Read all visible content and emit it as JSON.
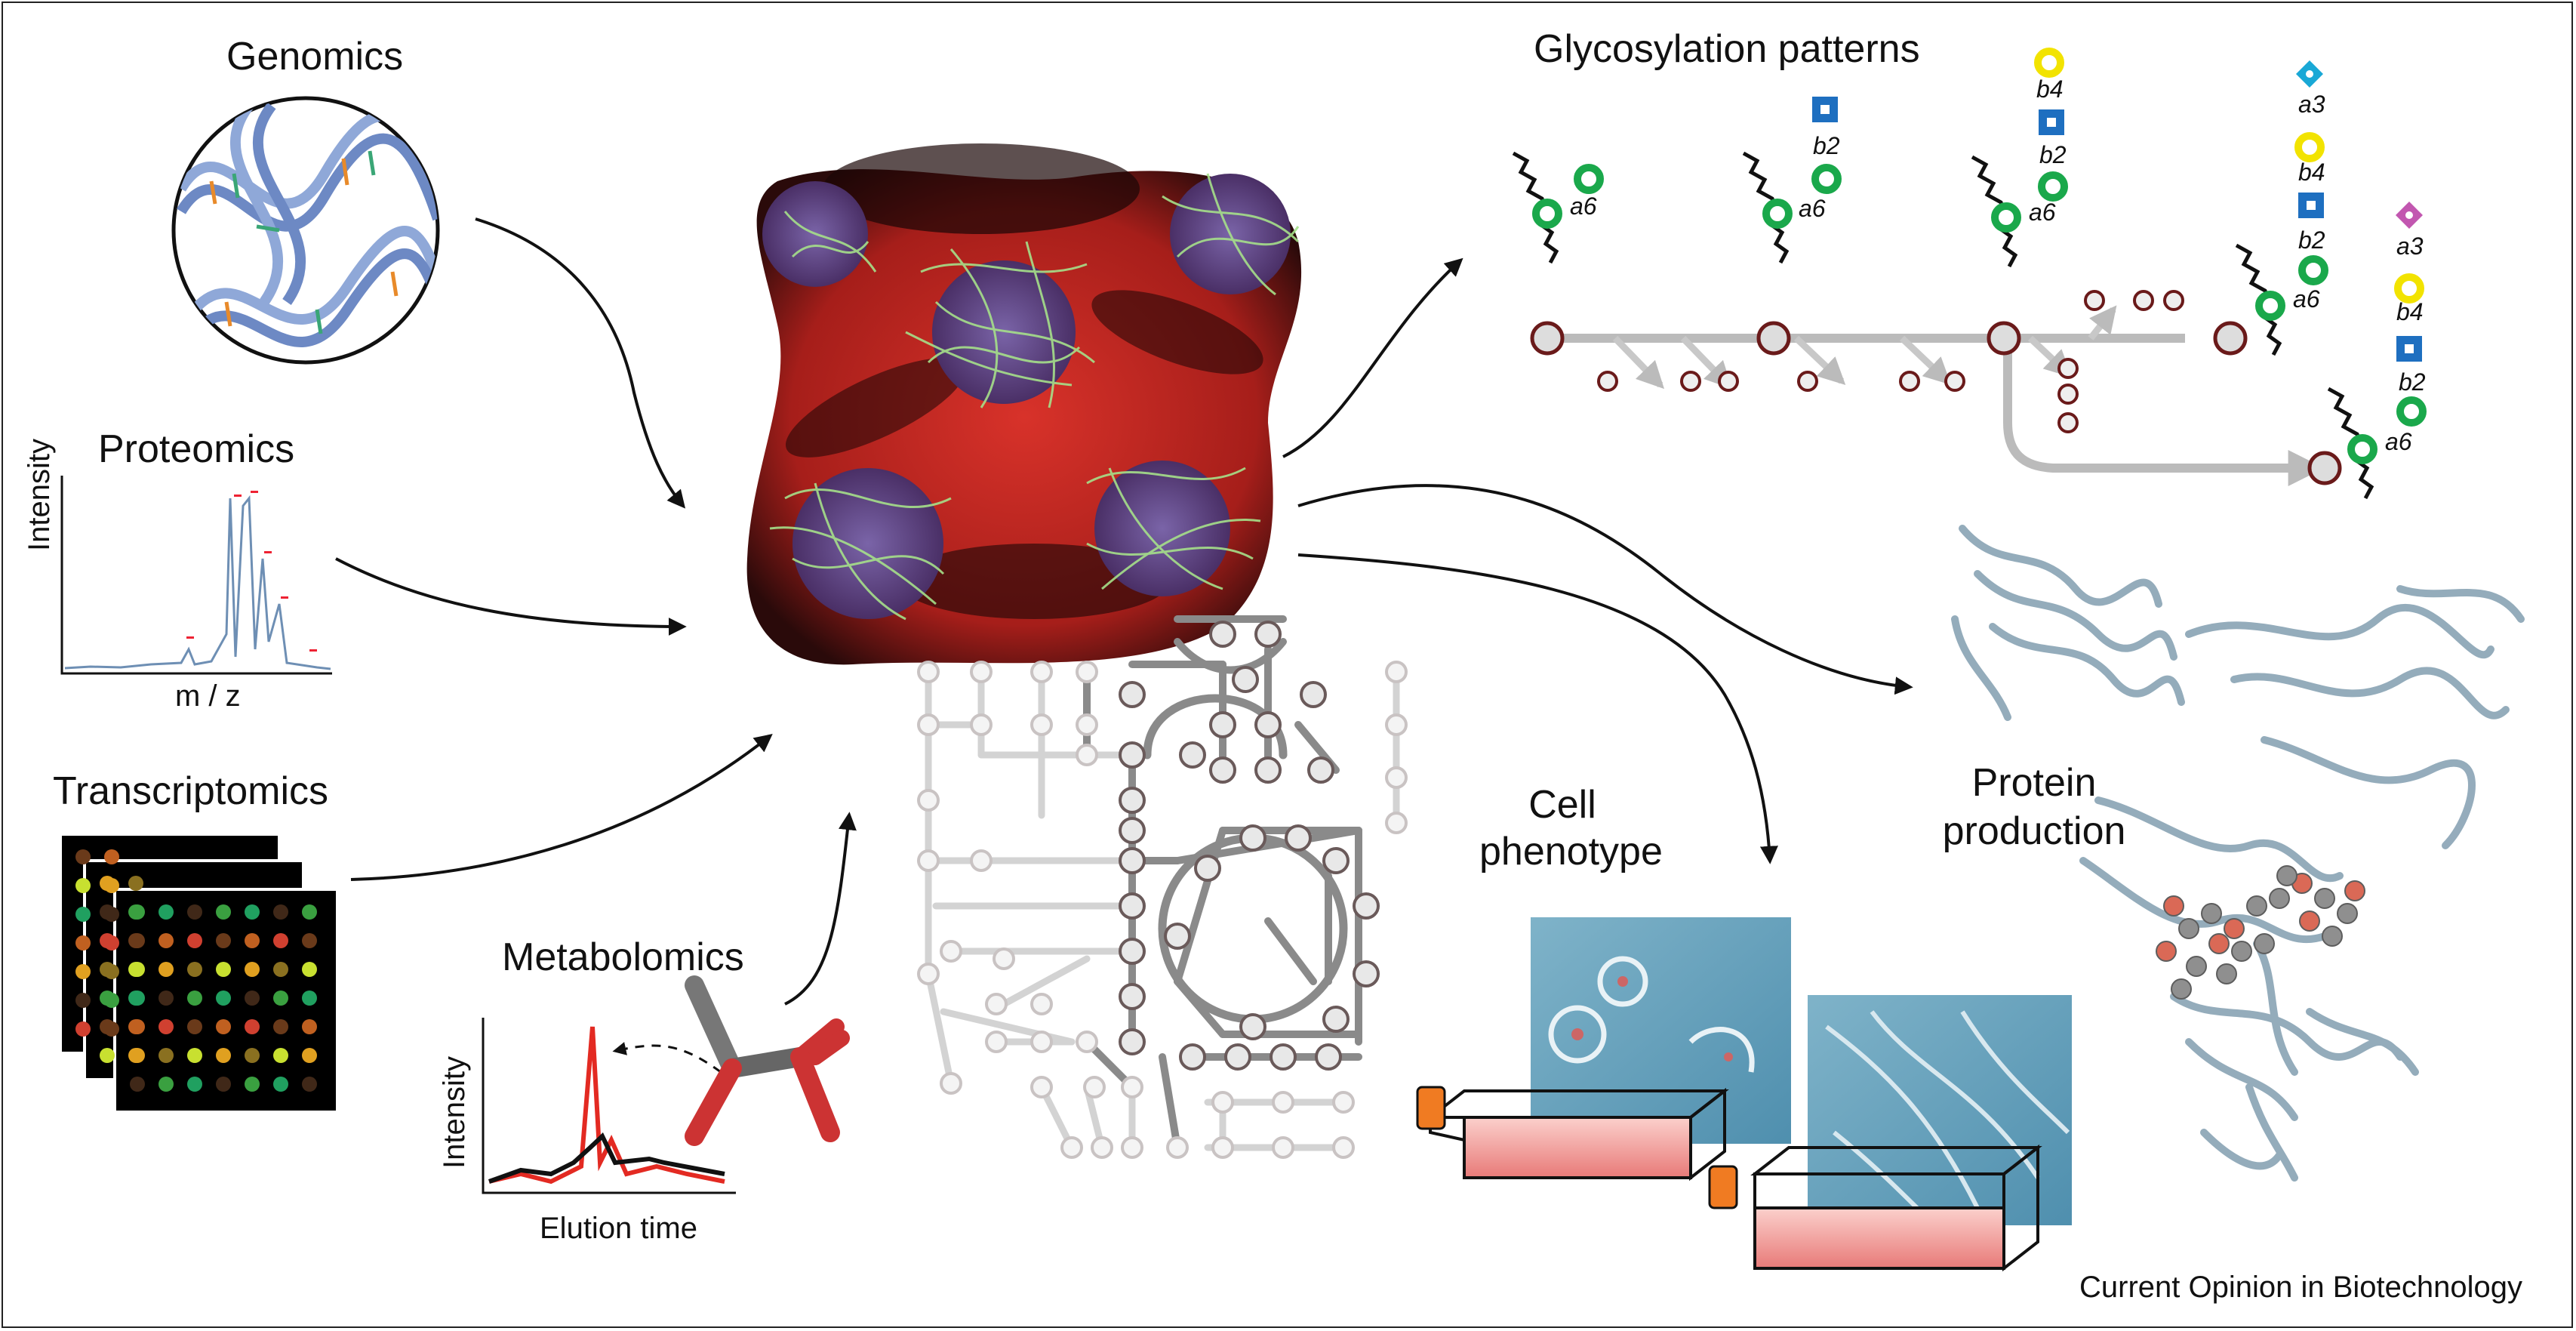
{
  "omics": {
    "genomics": "Genomics",
    "proteomics": "Proteomics",
    "transcriptomics": "Transcriptomics",
    "metabolomics": "Metabolomics"
  },
  "proteomics_plot": {
    "ylabel": "Intensity",
    "xlabel": "m / z"
  },
  "metabolomics_plot": {
    "ylabel": "Intensity",
    "xlabel": "Elution time"
  },
  "outputs": {
    "glycosylation": "Glycosylation patterns",
    "cell_phenotype": [
      "Cell",
      "phenotype"
    ],
    "protein_production": [
      "Protein",
      "production"
    ]
  },
  "glycan_labels": {
    "a6": "a6",
    "b2": "b2",
    "b4": "b4",
    "a3": "a3"
  },
  "glycan_colors": {
    "green": "#1aa84b",
    "blue": "#1e6fc0",
    "yellow": "#f2e300",
    "cyan": "#19a8d6",
    "magenta": "#c257b0"
  },
  "credit": "Current Opinion in Biotechnology"
}
